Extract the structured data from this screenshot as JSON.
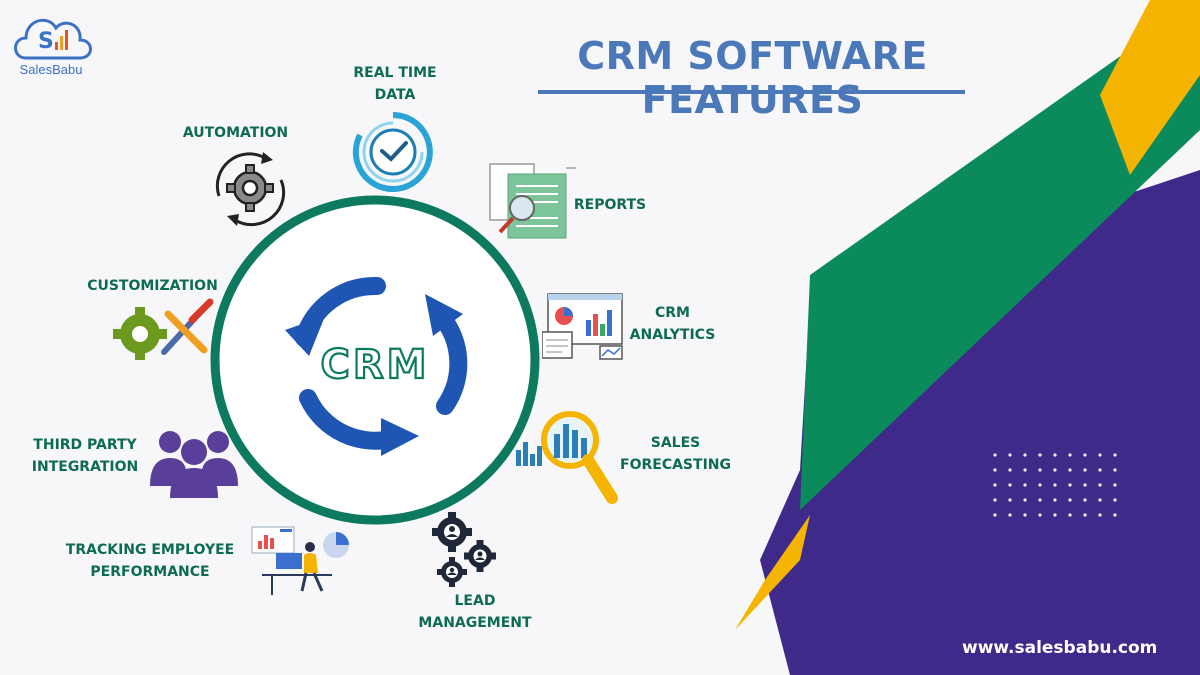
{
  "header": {
    "title": "CRM SOFTWARE FEATURES"
  },
  "logo": {
    "name": "SalesBabu"
  },
  "center": {
    "label": "CRM"
  },
  "features": [
    {
      "id": "real-time-data",
      "line1": "REAL TIME",
      "line2": "DATA",
      "icon": "clock-icon"
    },
    {
      "id": "automation",
      "line1": "AUTOMATION",
      "line2": "",
      "icon": "gear-cycle-icon"
    },
    {
      "id": "reports",
      "line1": "REPORTS",
      "line2": "",
      "icon": "report-magnifier-icon"
    },
    {
      "id": "customization",
      "line1": "CUSTOMIZATION",
      "line2": "",
      "icon": "gear-tools-icon"
    },
    {
      "id": "crm-analytics",
      "line1": "CRM",
      "line2": "ANALYTICS",
      "icon": "dashboard-icon"
    },
    {
      "id": "third-party-integration",
      "line1": "THIRD PARTY",
      "line2": "INTEGRATION",
      "icon": "people-group-icon"
    },
    {
      "id": "sales-forecasting",
      "line1": "SALES",
      "line2": "FORECASTING",
      "icon": "magnifier-chart-icon"
    },
    {
      "id": "tracking-employee-performance",
      "line1": "TRACKING EMPLOYEE",
      "line2": "PERFORMANCE",
      "icon": "employee-desk-icon"
    },
    {
      "id": "lead-management",
      "line1": "LEAD",
      "line2": "MANAGEMENT",
      "icon": "gear-people-icon"
    }
  ],
  "footer": {
    "url": "www.salesbabu.com"
  },
  "colors": {
    "title": "#4a78b8",
    "label": "#0d6b52",
    "green": "#0b8a5c",
    "purple": "#3f2a89",
    "gold": "#f4b400",
    "ring": "#0d7a5f",
    "arrows": "#1f56b3"
  }
}
